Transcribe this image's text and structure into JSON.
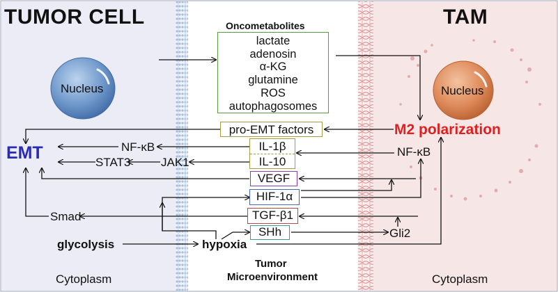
{
  "tumor_cell": {
    "title": "TUMOR CELL",
    "nucleus_label": "Nucleus",
    "emt_label": "EMT",
    "cytoplasm_label": "Cytoplasm",
    "nodes": {
      "nfkb": "NF-κB",
      "stat3": "STAT3",
      "jak1": "JAK1",
      "smad": "Smad",
      "glycolysis": "glycolysis"
    },
    "colors": {
      "background": "#ececf6",
      "emt": "#2a2ab8",
      "nucleus": "#5d86bd"
    }
  },
  "microenvironment": {
    "title_line1": "Tumor",
    "title_line2": "Microenvironment",
    "oncometabolites_title": "Oncometabolites",
    "oncometabolites": [
      "lactate",
      "adenosin",
      "α-KG",
      "glutamine",
      "ROS",
      "autophagosomes"
    ],
    "pro_emt_factors": "pro-EMT factors",
    "il1b": "IL-1β",
    "il10": "IL-10",
    "vegf": "VEGF",
    "hif1a": "HIF-1α",
    "tgfb1": "TGF-β1",
    "shh": "SHh",
    "hypoxia": "hypoxia",
    "colors": {
      "green": "#5a9b3c",
      "olive": "#a69a42",
      "purple": "#8a3db2",
      "blue": "#4a66b6",
      "red": "#b84848",
      "teal": "#3a9a9a"
    }
  },
  "tam": {
    "title": "TAM",
    "nucleus_label": "Nucleus",
    "m2_label": "M2 polarization",
    "nfkb": "NF-κB",
    "gli2": "Gli2",
    "cytoplasm_label": "Cytoplasm",
    "colors": {
      "background": "#f7e6e6",
      "m2": "#e02020",
      "nucleus": "#d98658"
    }
  }
}
